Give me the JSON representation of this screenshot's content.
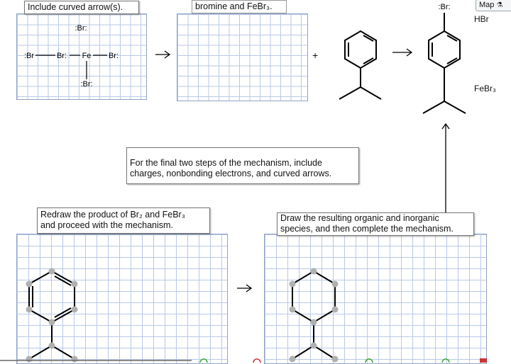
{
  "top_prompt": "Include curved arrow(s).",
  "reagent_label": "bromine and FeBr₃.",
  "lewis": {
    "top_atom": ":Br:",
    "left_atom": ":Br",
    "mid_left_atom": "Br:",
    "center_atom": "Fe",
    "right_atom": "Br:",
    "bottom_atom": ":Br:"
  },
  "plus_sign": "+",
  "product_br": ":Br:",
  "map_button": "Map",
  "hbr_label": "HBr",
  "febr3_label": "FeBr₃",
  "instruction_center": "For the final two steps of the mechanism, include\ncharges, nonbonding electrons, and curved arrows.",
  "instruction_left": "Redraw the product of Br₂ and FeBr₃\nand proceed with the mechanism.",
  "instruction_right": "Draw the resulting organic and inorganic\nspecies, and then complete the mechanism.",
  "colors": {
    "grid_line": "#b9c9e6",
    "grid_border": "#8fa3c8",
    "atom_dot": "#b0b0b0"
  }
}
